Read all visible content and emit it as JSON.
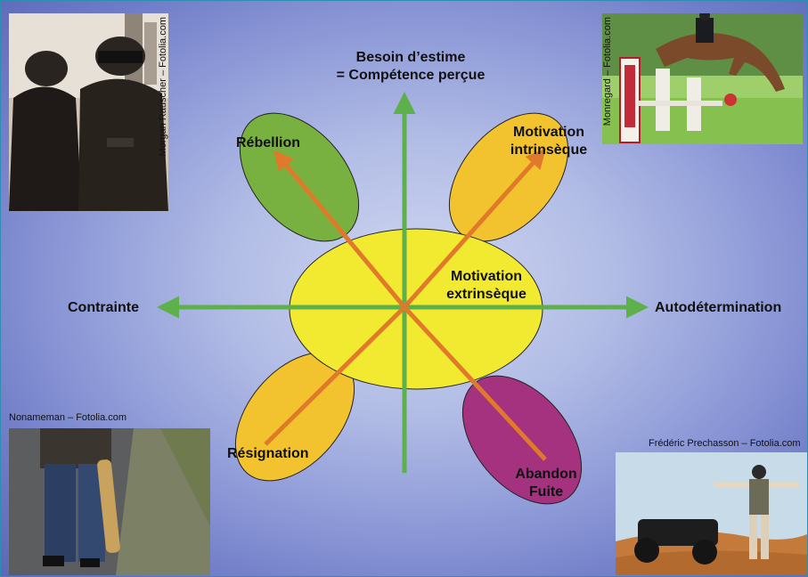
{
  "axes": {
    "vertical": "Besoin d’estime\n= Compétence perçue",
    "left": "Contrainte",
    "right": "Autodétermination"
  },
  "lobes": {
    "center": "Motivation\nextrinsèque",
    "top_left": "Rébellion",
    "top_right": "Motivation\nintrinsèque",
    "bottom_left": "Résignation",
    "bottom_right": "Abandon\nFuite"
  },
  "photos": {
    "top_left": {
      "subject": "two people in hooded jackets",
      "credit": "Morgan Rauscher – Fotolia.com"
    },
    "top_right": {
      "subject": "horse show jumping",
      "credit": "Monregard – Fotolia.com"
    },
    "bottom_left": {
      "subject": "person walking with skateboard",
      "credit": "Nonameman – Fotolia.com"
    },
    "bottom_right": {
      "subject": "person beside quad bike in dunes",
      "credit": "Frédéric Prechasson – Fotolia.com"
    }
  },
  "colors": {
    "axis": "#5db04a",
    "arrow": "#e07a2a",
    "center_fill": "#f1ea31",
    "rebellion_fill": "#78b13f",
    "intrinsic_fill": "#f2c22f",
    "resignation_fill": "#f2c22f",
    "abandon_fill": "#a4327f"
  }
}
